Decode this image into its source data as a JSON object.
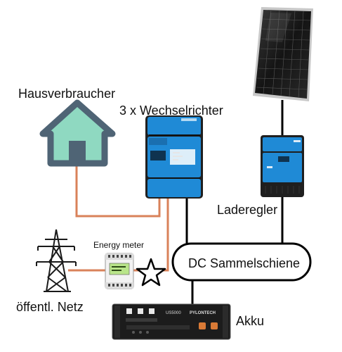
{
  "labels": {
    "consumers": "Hausverbraucher",
    "inverters": "3 x Wechselrichter",
    "charge_controller": "Laderegler",
    "energy_meter": "Energy meter",
    "dc_busbar": "DC Sammelschiene",
    "grid": "öffentl. Netz",
    "battery": "Akku"
  },
  "device_text": {
    "battery_model": "US5000",
    "battery_brand": "PYLONTECH"
  },
  "colors": {
    "ac_cable": "#d9825a",
    "dc_cable": "#000000",
    "house_outline": "#4f6475",
    "house_fill": "#8fd9c1",
    "victron_blue": "#1f8ad6"
  },
  "icons": {
    "house": "house-icon",
    "solar_panel": "solar-panel-icon",
    "inverter": "inverter-device",
    "charge_controller": "charge-controller-device",
    "energy_meter": "energy-meter-device",
    "pylon": "power-pylon-icon",
    "star": "star-icon",
    "battery": "battery-device"
  }
}
